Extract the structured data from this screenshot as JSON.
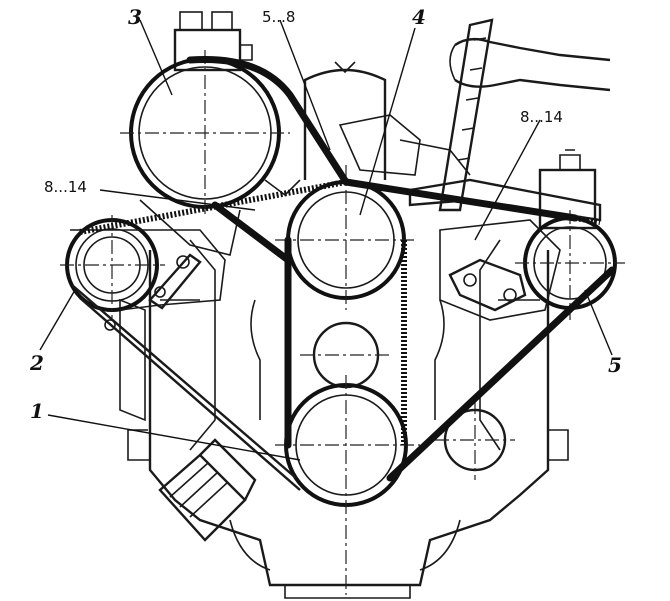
{
  "labels": {
    "crankshaft_pulley": "1",
    "generator": "2",
    "compressor": "3",
    "water_pump_fan": "4",
    "power_steering_pump": "5",
    "deflection_top": "5...8",
    "deflection_left": "8...14",
    "deflection_right": "8...14"
  },
  "colors": {
    "ink": "#111111",
    "paper": "#ffffff"
  }
}
